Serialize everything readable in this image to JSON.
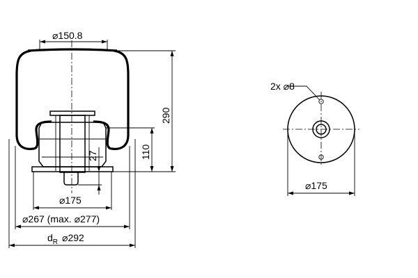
{
  "side_view": {
    "top_plate_diameter": "⌀150.8",
    "total_height": "290",
    "piston_height": "110",
    "mount_offset": "27",
    "piston_diameter": "⌀175",
    "bellow_diameter": "⌀267 (max. ⌀277)",
    "effective_diameter_symbol": "d",
    "effective_diameter_subscript": "R",
    "effective_diameter_value": "⌀292"
  },
  "bottom_view": {
    "hole_callout": "2x ⌀8",
    "base_diameter": "⌀175"
  },
  "colors": {
    "ink": "#000000",
    "background": "#ffffff"
  }
}
